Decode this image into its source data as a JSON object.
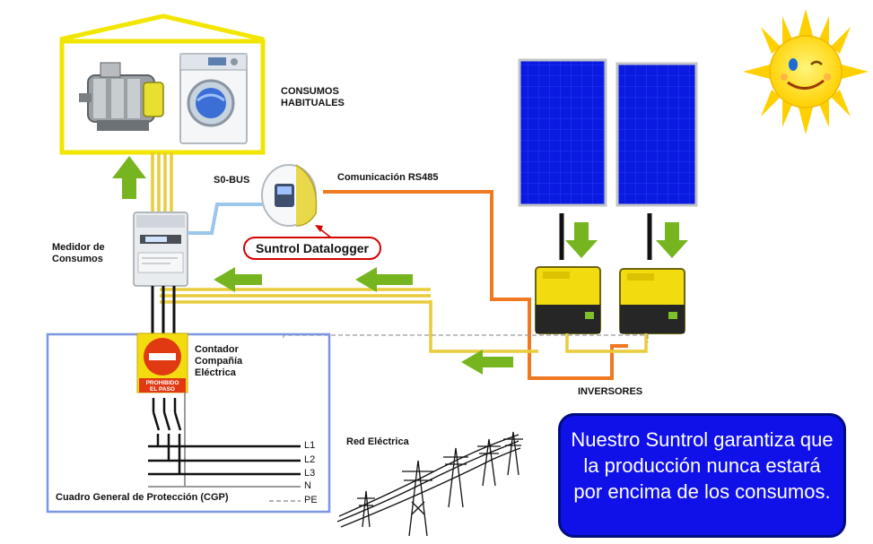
{
  "labels": {
    "consumos_line1": "CONSUMOS",
    "consumos_line2": "HABITUALES",
    "s0_bus": "S0-BUS",
    "comunicacion": "Comunicación RS485",
    "datalogger": "Suntrol Datalogger",
    "medidor_line1": "Medidor de",
    "medidor_line2": "Consumos",
    "contador_line1": "Contador",
    "contador_line2": "Compañía",
    "contador_line3": "Eléctrica",
    "inversores": "INVERSORES",
    "red_electrica": "Red Eléctrica",
    "cgp": "Cuadro General de Protección (CGP)",
    "l1": "L1",
    "l2": "L2",
    "l3": "L3",
    "n": "N",
    "pe": "PE",
    "prohibido_line1": "PROHIBIDO",
    "prohibido_line2": "EL PASO"
  },
  "message": "Nuestro Suntrol garantiza que la producción nunca estará por encima de los consumos.",
  "colors": {
    "house": "#f2e600",
    "arrow": "#76b51f",
    "power_line": "#e8cc3a",
    "rs485": "#f07820",
    "sbus": "#9cc6ea",
    "cgp_border": "#7c96e0",
    "panel": "#0a1ae0",
    "inverter": "#f2dc10",
    "message_bg": "#1010e8",
    "sun": "#ffe21a"
  },
  "icons": {
    "motor": "electric-motor-icon",
    "washer": "washing-machine-icon",
    "sun": "smiling-sun-icon",
    "meter": "energy-meter-icon",
    "datalogger": "datalogger-device-icon",
    "inverter": "solar-inverter-icon",
    "panel": "solar-panel-icon",
    "no_entry": "no-entry-sign-icon",
    "pylon": "power-pylon-icon"
  }
}
